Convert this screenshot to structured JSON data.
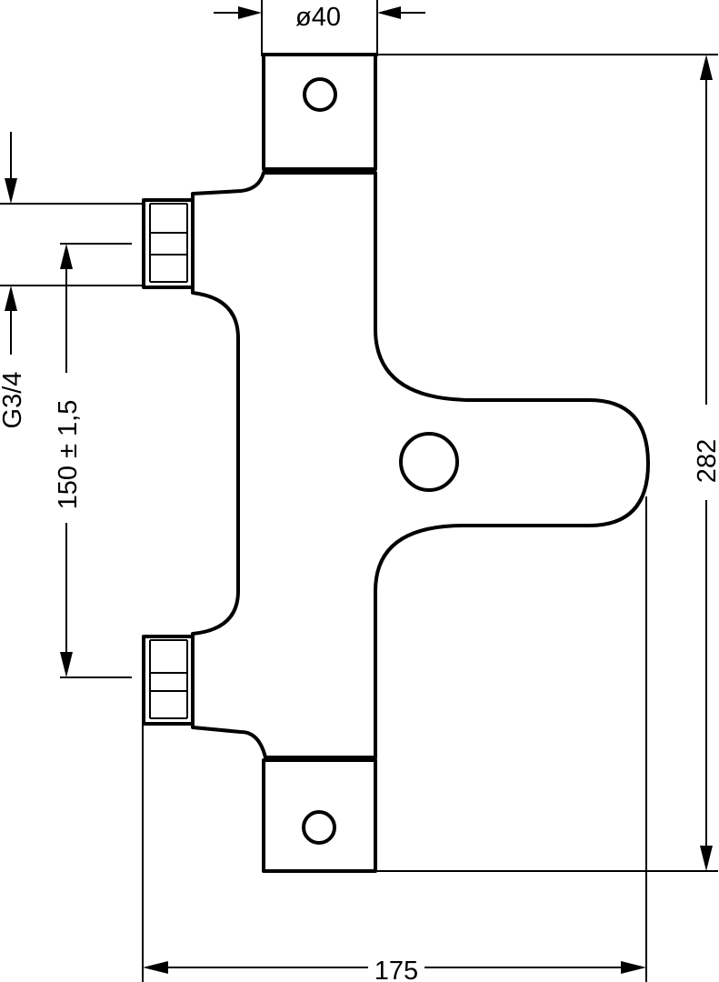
{
  "drawing": {
    "dimensions": {
      "diameter": "ø40",
      "height": "282",
      "width": "175",
      "spacing": "150 ± 1,5",
      "thread": "G3/4"
    },
    "colors": {
      "line": "#000000",
      "background": "#ffffff"
    }
  }
}
